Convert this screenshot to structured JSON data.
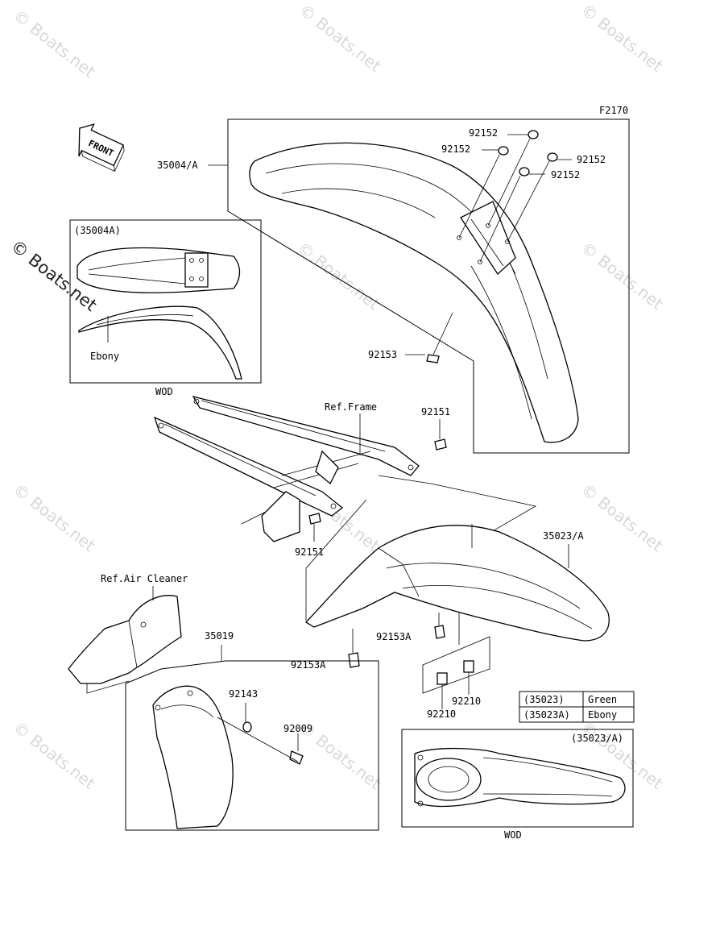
{
  "figure_code": "F2170",
  "front_label": "FRONT",
  "labels": {
    "p35004A_main": "35004/A",
    "p35004A_inset": "(35004A)",
    "ebony_inset": "Ebony",
    "wod_top": "WOD",
    "p92152_a": "92152",
    "p92152_b": "92152",
    "p92152_c": "92152",
    "p92152_d": "92152",
    "p92153": "92153",
    "ref_frame": "Ref.Frame",
    "p92151_a": "92151",
    "p92151_b": "92151",
    "p35023A": "35023/A",
    "ref_air_cleaner": "Ref.Air Cleaner",
    "p35019": "35019",
    "p92143": "92143",
    "p92009": "92009",
    "p92153A_a": "92153A",
    "p92153A_b": "92153A",
    "p92210_a": "92210",
    "p92210_b": "92210",
    "p35023A_inset": "(35023/A)",
    "wod_bottom": "WOD"
  },
  "color_table": [
    {
      "part": "(35023)",
      "color": "Green"
    },
    {
      "part": "(35023A)",
      "color": "Ebony"
    }
  ],
  "watermark": "© Boats.net"
}
